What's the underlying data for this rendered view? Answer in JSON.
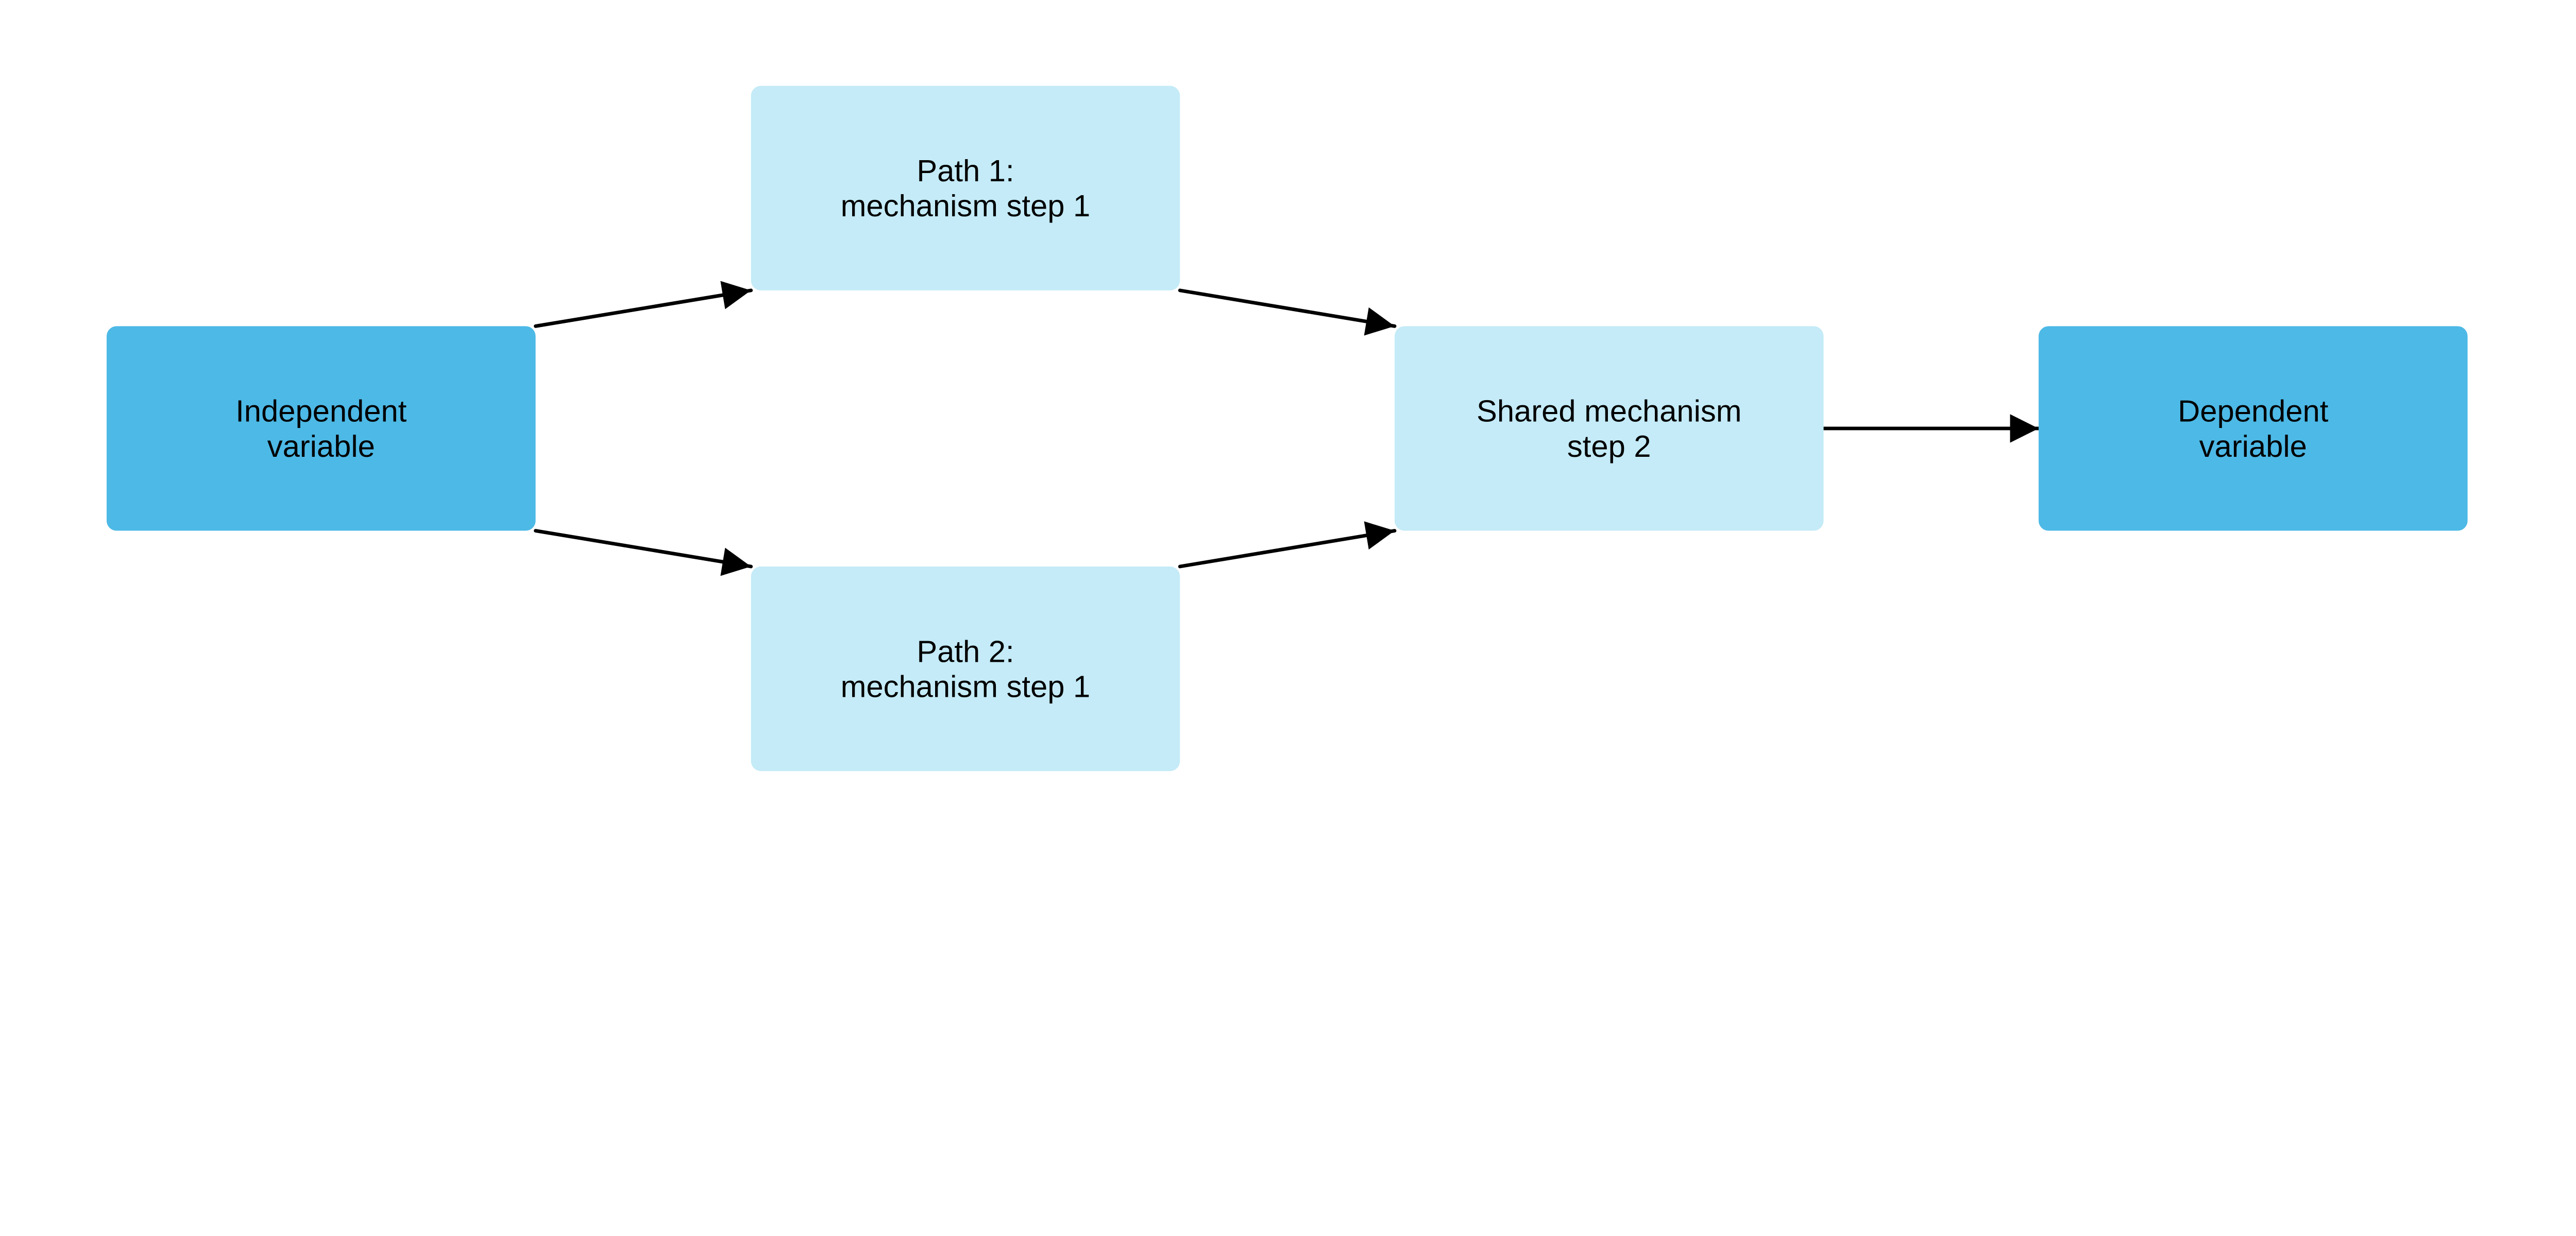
{
  "colors": {
    "primary": "#4db9e6",
    "secondary": "#c4ebf7",
    "edge": "#000000"
  },
  "nodes": [
    {
      "id": "independent",
      "lines": [
        "Independent",
        "variable"
      ],
      "style": "primary"
    },
    {
      "id": "path1",
      "lines": [
        "Path 1:",
        "mechanism step 1"
      ],
      "style": "secondary"
    },
    {
      "id": "path2",
      "lines": [
        "Path 2:",
        "mechanism step 1"
      ],
      "style": "secondary"
    },
    {
      "id": "shared",
      "lines": [
        "Shared mechanism",
        "step 2"
      ],
      "style": "secondary"
    },
    {
      "id": "dependent",
      "lines": [
        "Dependent",
        "variable"
      ],
      "style": "primary"
    }
  ],
  "edges": [
    {
      "from": "independent",
      "to": "path1"
    },
    {
      "from": "independent",
      "to": "path2"
    },
    {
      "from": "path1",
      "to": "shared"
    },
    {
      "from": "path2",
      "to": "shared"
    },
    {
      "from": "shared",
      "to": "dependent"
    }
  ]
}
